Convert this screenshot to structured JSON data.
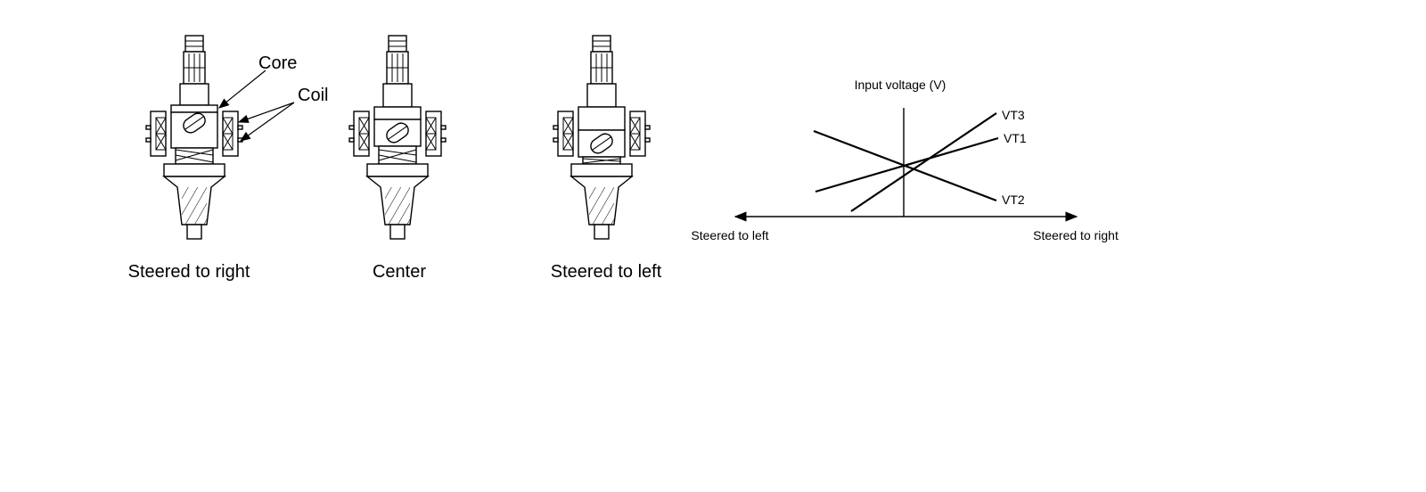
{
  "sensor": {
    "captions": {
      "right": "Steered to right",
      "center": "Center",
      "left": "Steered to left"
    },
    "callouts": {
      "core": "Core",
      "coil": "Coil"
    }
  },
  "graph": {
    "y_axis_label": "Input voltage (V)",
    "x_left_label": "Steered to left",
    "x_right_label": "Steered to right",
    "series": [
      {
        "name": "VT3"
      },
      {
        "name": "VT1"
      },
      {
        "name": "VT2"
      }
    ]
  }
}
